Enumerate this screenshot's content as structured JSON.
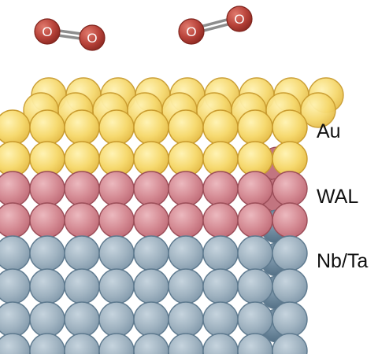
{
  "molecules": [
    {
      "atoms": [
        "O",
        "O"
      ]
    },
    {
      "atoms": [
        "O",
        "O"
      ]
    }
  ],
  "layers": [
    {
      "label": "Au",
      "color": "#f5d870",
      "edge": "#c99b2e",
      "side": "#e7c65a"
    },
    {
      "label": "WAL",
      "color": "#d68f97",
      "edge": "#9c4e59",
      "side": "#c27580"
    },
    {
      "label": "Nb/Ta",
      "color": "#a3b6c4",
      "edge": "#5e7a8f",
      "side": "#6e8aa0"
    }
  ],
  "oxygen_color": "#b8433a"
}
